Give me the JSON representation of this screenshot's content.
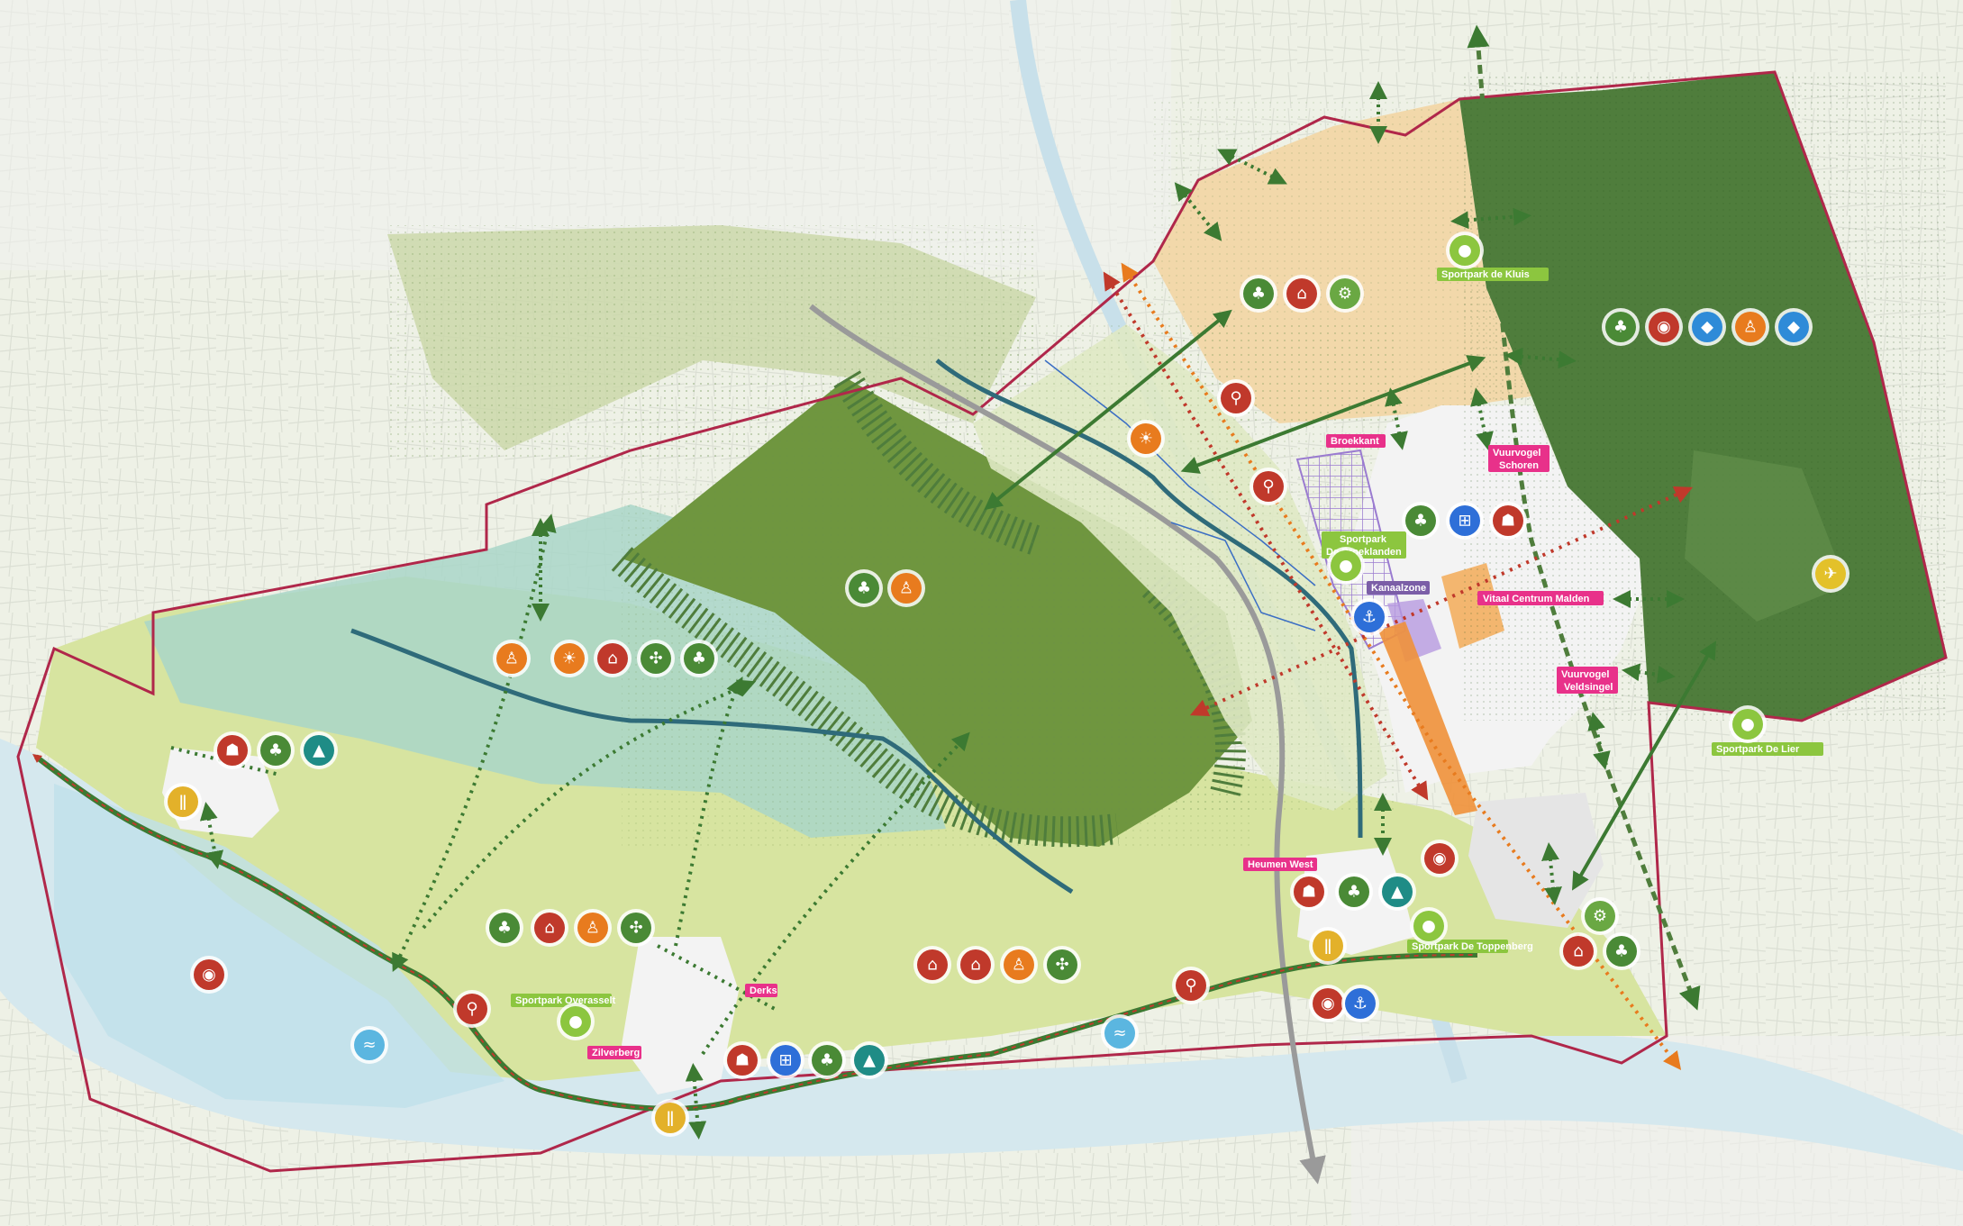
{
  "colors": {
    "base_map": "#eef1e6",
    "river": "#d5e8ee",
    "forest_dark": "#4f7d3c",
    "forest_mid": "#7fa24c",
    "meadow_light": "#d7e4a0",
    "meadow_blue": "#a9d6c8",
    "orange_zone": "#f2d8aa",
    "urban": "#f3f3f3",
    "border": "#b0274a",
    "route_green": "#3c7a32",
    "route_red": "#c0392b",
    "pink_label": "#e8318a",
    "green_label": "#8cc63f",
    "purple_label": "#7b5ea7"
  },
  "labels": {
    "broekkant": "Broekkant",
    "vuurvogel_schoren_1": "Vuurvogel",
    "vuurvogel_schoren_2": "Schoren",
    "sportpark_kluis": "Sportpark de Kluis",
    "sportpark_broeklanden_1": "Sportpark",
    "sportpark_broeklanden_2": "De Broeklanden",
    "kanaalzone": "Kanaalzone",
    "vitaal_centrum": "Vitaal Centrum Malden",
    "vuurvogel_veldsingel_1": "Vuurvogel",
    "vuurvogel_veldsingel_2": "Veldsingel",
    "sportpark_lier": "Sportpark De Lier",
    "heumen_west": "Heumen West",
    "sportpark_toppenberg": "Sportpark De Toppenberg",
    "sportpark_overasselt": "Sportpark Overasselt",
    "derks": "Derks",
    "zilverberg": "Zilverberg"
  },
  "icons": [
    "tree-icon",
    "eye-icon",
    "water-drop-icon",
    "hiker-icon",
    "house-icon",
    "tractor-icon",
    "cyclist-icon",
    "sun-panel-icon",
    "shop-cart-icon",
    "community-icon",
    "education-icon",
    "windmill-icon",
    "food-icon",
    "anchor-icon",
    "waves-icon",
    "football-icon",
    "airplane-icon"
  ]
}
